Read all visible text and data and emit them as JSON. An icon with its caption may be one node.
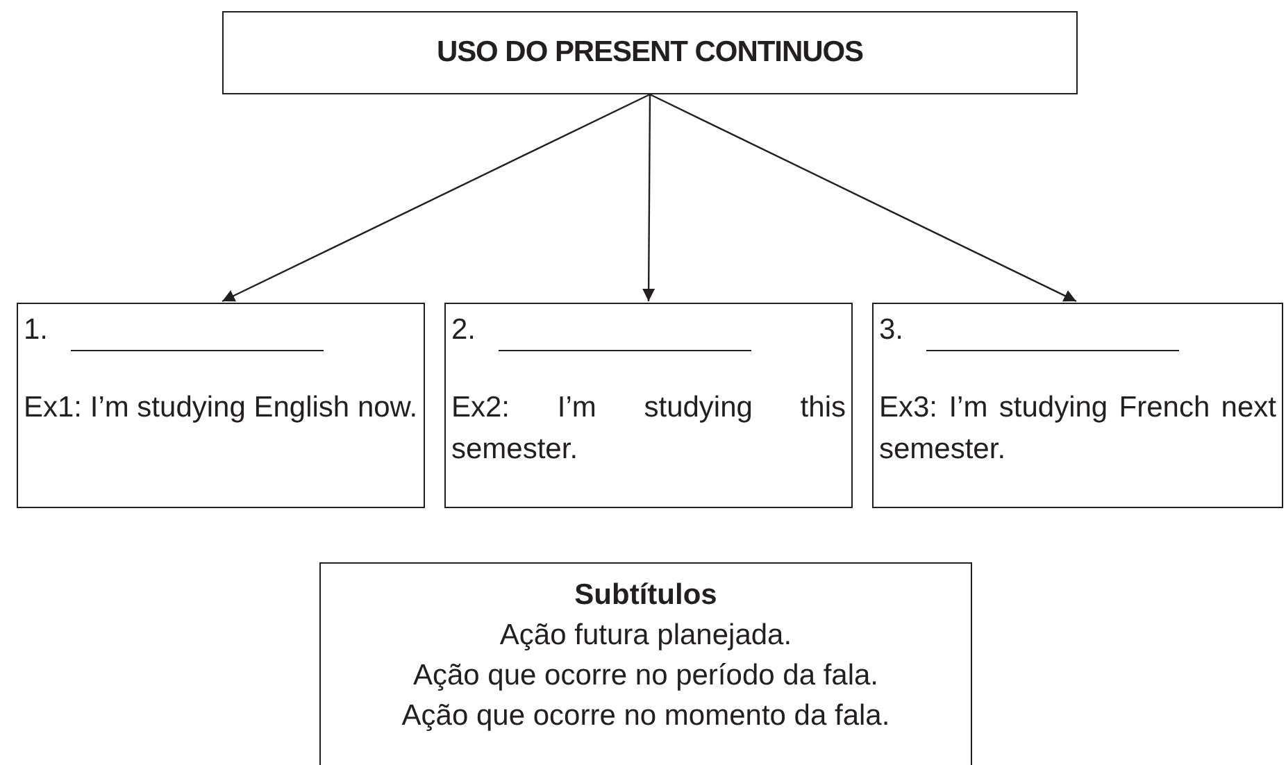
{
  "diagram": {
    "nodes": [
      {
        "text": [
          "USO DO PRESENT CONTINUOS"
        ]
      },
      {
        "text": [
          "1.",
          "Ex1: I’m studying English now."
        ]
      },
      {
        "text": [
          "2.",
          "Ex2: I’m studying this semester."
        ]
      },
      {
        "text": [
          "3.",
          "Ex3: I’m studying French next semester."
        ]
      },
      {
        "text": [
          "Subtítulos",
          "Ação futura planejada.",
          "Ação que ocorre no período da fala.",
          "Ação que ocorre no momento da fala."
        ]
      }
    ],
    "edges": [
      {
        "from": 0,
        "to": 1,
        "arrow": "to"
      },
      {
        "from": 0,
        "to": 2,
        "arrow": "to"
      },
      {
        "from": 0,
        "to": 3,
        "arrow": "to"
      }
    ]
  }
}
